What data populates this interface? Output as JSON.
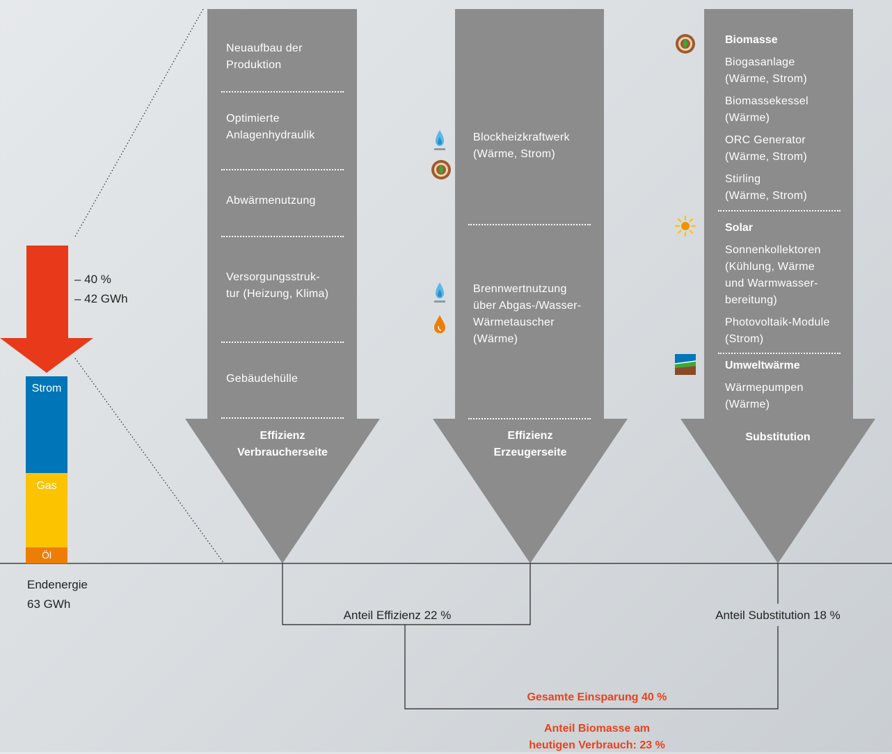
{
  "left": {
    "reduction_pct": "– 40 %",
    "reduction_gwh": "– 42 GWh",
    "bar_segments": [
      {
        "label": "Strom",
        "color": "#0075b8"
      },
      {
        "label": "Gas",
        "color": "#fbc300"
      },
      {
        "label": "Öl",
        "color": "#ee7d05"
      }
    ],
    "endenergie_label": "Endenergie",
    "endenergie_value": "63 GWh",
    "arrow_color": "#e8391a"
  },
  "col1": {
    "items": [
      "Neuaufbau der\nProduktion",
      "Optimierte\nAnlagenhydraulik",
      "Abwärmenutzung",
      "Versorgungsstruk-\ntur (Heizung, Klima)",
      "Gebäudehülle"
    ],
    "title": "Effizienz\nVerbraucherseite"
  },
  "col2": {
    "items": [
      "Blockheizkraftwerk\n(Wärme, Strom)",
      "Brennwertnutzung\nüber Abgas-/Wasser-\nWärmetauscher\n(Wärme)"
    ],
    "title": "Effizienz\nErzeugerseite"
  },
  "col3": {
    "biomasse_heading": "Biomasse",
    "biomasse_items": [
      "Biogasanlage\n(Wärme, Strom)",
      "Biomassekessel\n(Wärme)",
      "ORC Generator\n(Wärme, Strom)",
      "Stirling\n(Wärme, Strom)"
    ],
    "solar_heading": "Solar",
    "solar_items": [
      "Sonnenkollektoren\n(Kühlung, Wärme\nund Warmwasser-\nbereitung)",
      "Photovoltaik-Module\n(Strom)"
    ],
    "umwelt_heading": "Umweltwärme",
    "umwelt_items": [
      "Wärmepumpen\n(Wärme)"
    ],
    "title": "Substitution"
  },
  "bottom": {
    "anteil_effizienz": "Anteil Effizienz 22 %",
    "anteil_substitution": "Anteil Substitution 18 %",
    "gesamte_einsparung": "Gesamte Einsparung 40 %",
    "anteil_biomasse": "Anteil Biomasse am\nheutigen Verbrauch: 23 %"
  },
  "colors": {
    "arrow_gray": "#8c8c8c",
    "highlight_red": "#e8421b"
  },
  "icons": [
    "biomass-icon",
    "gas-flame-icon",
    "oil-drop-icon",
    "solar-sun-icon",
    "environment-heat-icon"
  ]
}
